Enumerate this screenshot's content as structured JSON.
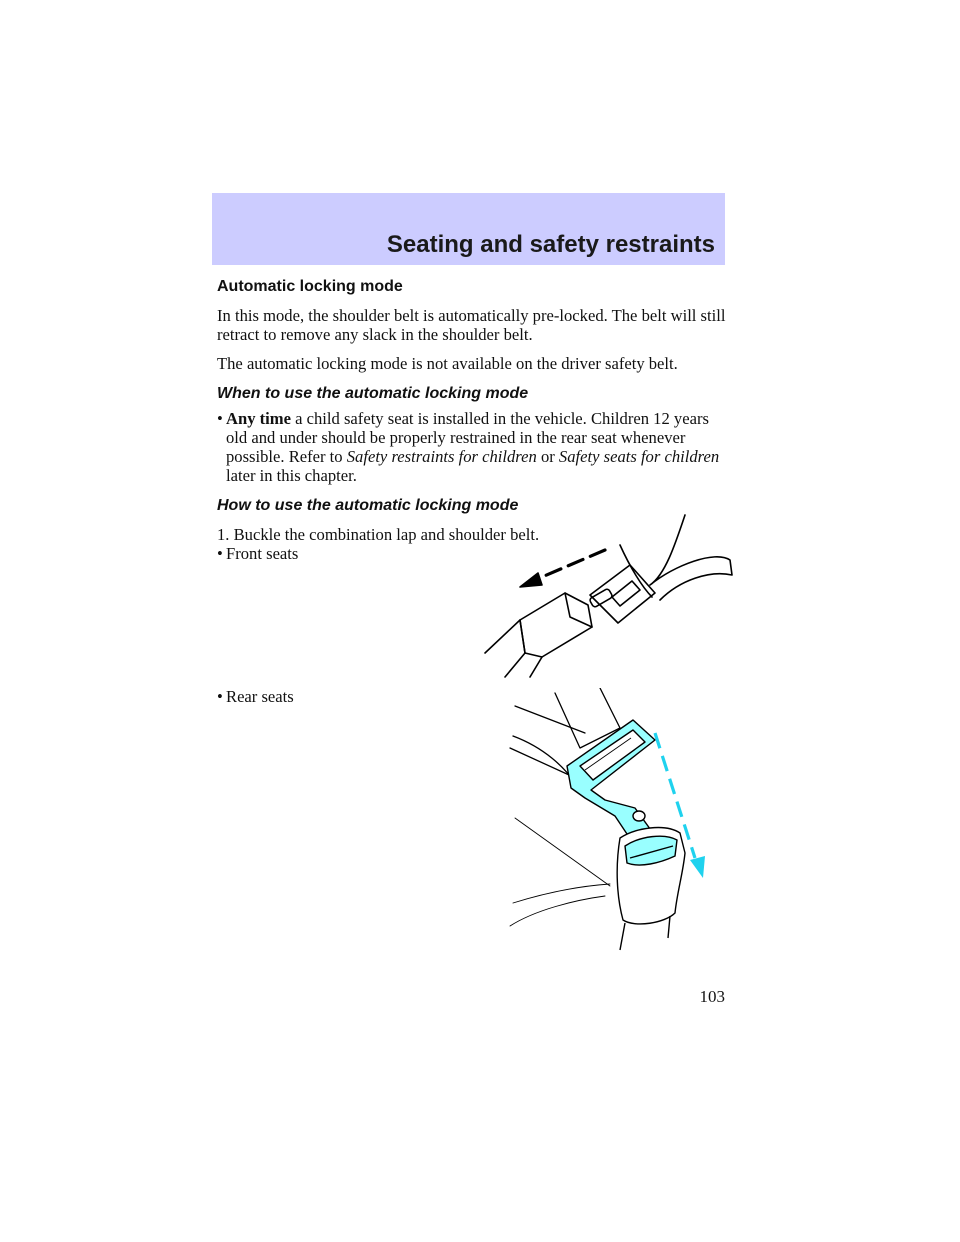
{
  "header": {
    "title": "Seating and safety restraints"
  },
  "section1": {
    "heading": "Automatic locking mode",
    "para1": "In this mode, the shoulder belt is automatically pre-locked. The belt will still retract to remove any slack in the shoulder belt.",
    "para2": "The automatic locking mode is not available on the driver safety belt."
  },
  "section2": {
    "heading": "When to use the automatic locking mode",
    "bullet_symbol": "•",
    "bullet_bold": "Any time",
    "bullet_text1": " a child safety seat is installed in the vehicle. Children 12 years old and under should be properly restrained in the rear seat whenever possible. Refer to ",
    "ref1": "Safety restraints for children",
    "bullet_text2": " or ",
    "ref2": "Safety seats for children",
    "bullet_text3": " later in this chapter."
  },
  "section3": {
    "heading": "How to use the automatic locking mode",
    "step1": "1. Buckle the combination lap and shoulder belt.",
    "bullet_front": "Front seats",
    "bullet_rear": "Rear seats"
  },
  "colors": {
    "header_band": "#ccccff",
    "buckle_fill": "#99ffff",
    "rear_arrow": "#1fd2ee",
    "front_arrow": "#000000"
  },
  "page_number": "103"
}
